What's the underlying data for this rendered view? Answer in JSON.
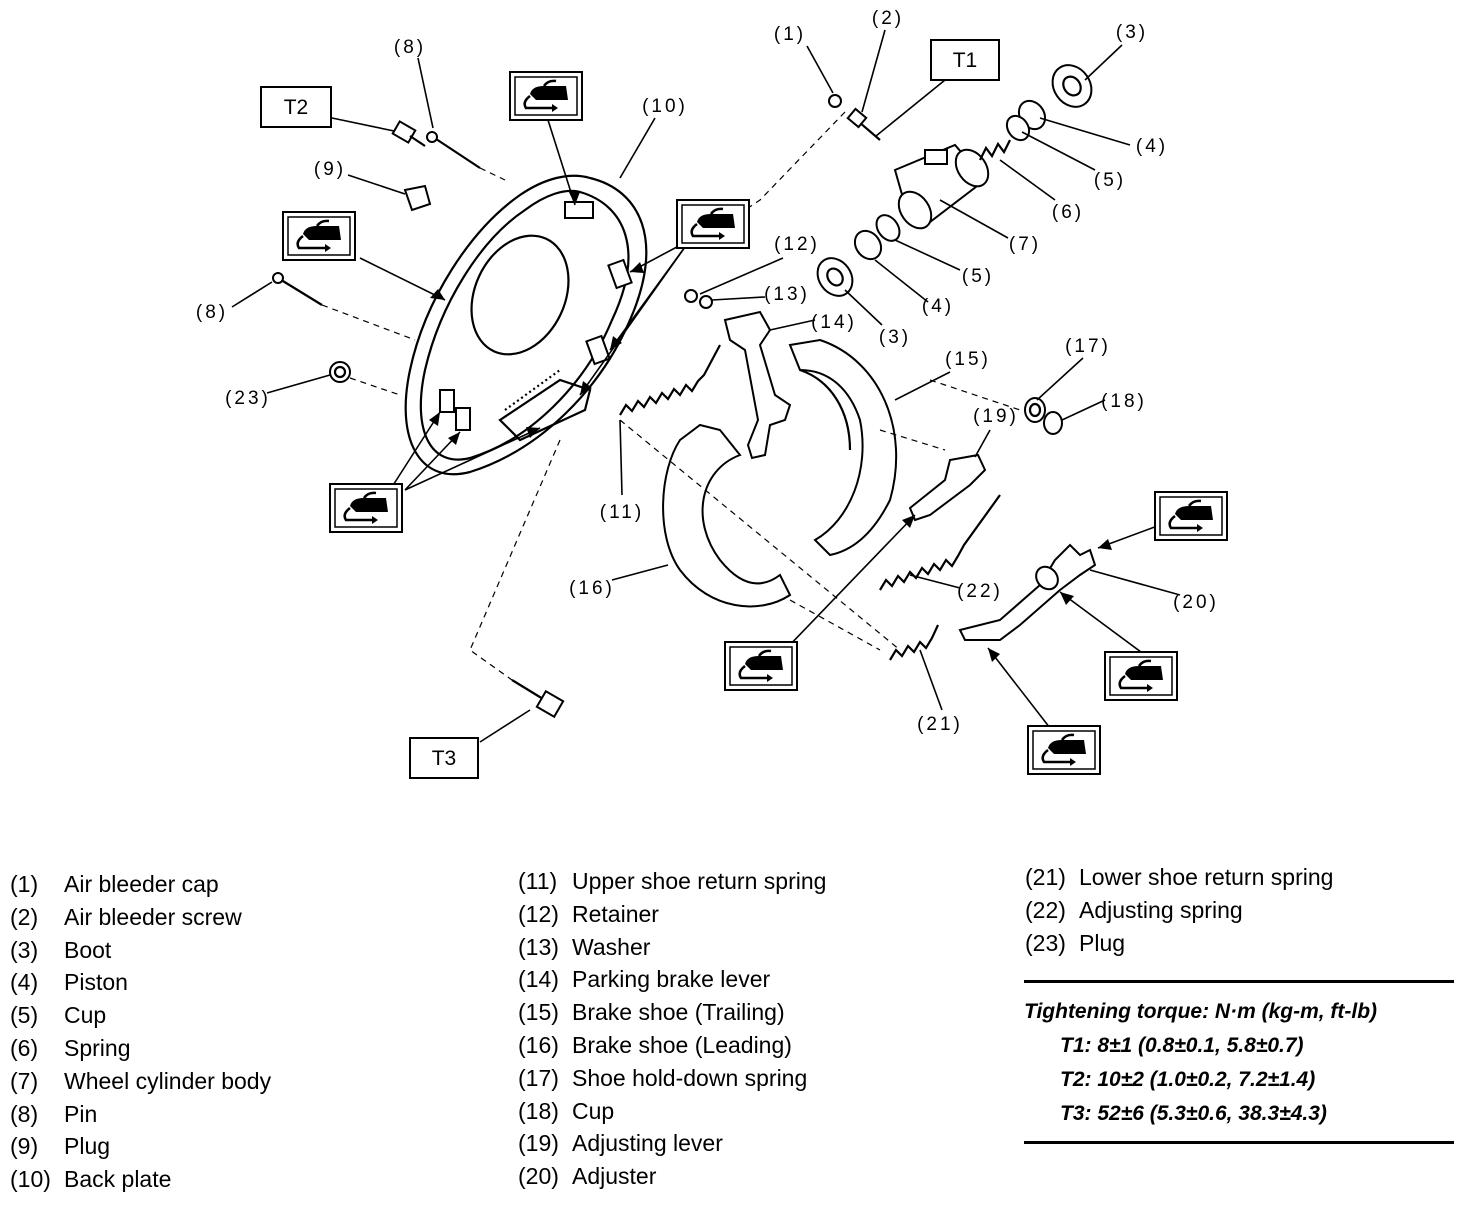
{
  "callouts": {
    "c1": "(1)",
    "c2": "(2)",
    "c3a": "(3)",
    "c3b": "(3)",
    "c4a": "(4)",
    "c4b": "(4)",
    "c5a": "(5)",
    "c5b": "(5)",
    "c6": "(6)",
    "c7": "(7)",
    "c8a": "(8)",
    "c8b": "(8)",
    "c9": "(9)",
    "c10": "(10)",
    "c11": "(11)",
    "c12": "(12)",
    "c13": "(13)",
    "c14": "(14)",
    "c15": "(15)",
    "c16": "(16)",
    "c17": "(17)",
    "c18": "(18)",
    "c19": "(19)",
    "c20": "(20)",
    "c21": "(21)",
    "c22": "(22)",
    "c23": "(23)"
  },
  "torque_boxes": {
    "t1": "T1",
    "t2": "T2",
    "t3": "T3"
  },
  "grease_symbol_icon": "grease-applicator-icon",
  "legend": {
    "col1": [
      {
        "num": "(1)",
        "label": "Air bleeder cap"
      },
      {
        "num": "(2)",
        "label": "Air bleeder screw"
      },
      {
        "num": "(3)",
        "label": "Boot"
      },
      {
        "num": "(4)",
        "label": "Piston"
      },
      {
        "num": "(5)",
        "label": "Cup"
      },
      {
        "num": "(6)",
        "label": "Spring"
      },
      {
        "num": "(7)",
        "label": "Wheel cylinder body"
      },
      {
        "num": "(8)",
        "label": "Pin"
      },
      {
        "num": "(9)",
        "label": "Plug"
      },
      {
        "num": "(10)",
        "label": "Back plate"
      }
    ],
    "col2": [
      {
        "num": "(11)",
        "label": "Upper shoe return spring"
      },
      {
        "num": "(12)",
        "label": "Retainer"
      },
      {
        "num": "(13)",
        "label": "Washer"
      },
      {
        "num": "(14)",
        "label": "Parking brake lever"
      },
      {
        "num": "(15)",
        "label": "Brake shoe (Trailing)"
      },
      {
        "num": "(16)",
        "label": "Brake shoe (Leading)"
      },
      {
        "num": "(17)",
        "label": "Shoe hold-down spring"
      },
      {
        "num": "(18)",
        "label": "Cup"
      },
      {
        "num": "(19)",
        "label": "Adjusting lever"
      },
      {
        "num": "(20)",
        "label": "Adjuster"
      }
    ],
    "col3": [
      {
        "num": "(21)",
        "label": "Lower shoe return spring"
      },
      {
        "num": "(22)",
        "label": "Adjusting spring"
      },
      {
        "num": "(23)",
        "label": "Plug"
      }
    ]
  },
  "torque": {
    "heading": "Tightening torque: N·m (kg-m, ft-lb)",
    "t1": "T1: 8±1 (0.8±0.1, 5.8±0.7)",
    "t2": "T2: 10±2 (1.0±0.2, 7.2±1.4)",
    "t3": "T3: 52±6 (5.3±0.6, 38.3±4.3)"
  }
}
